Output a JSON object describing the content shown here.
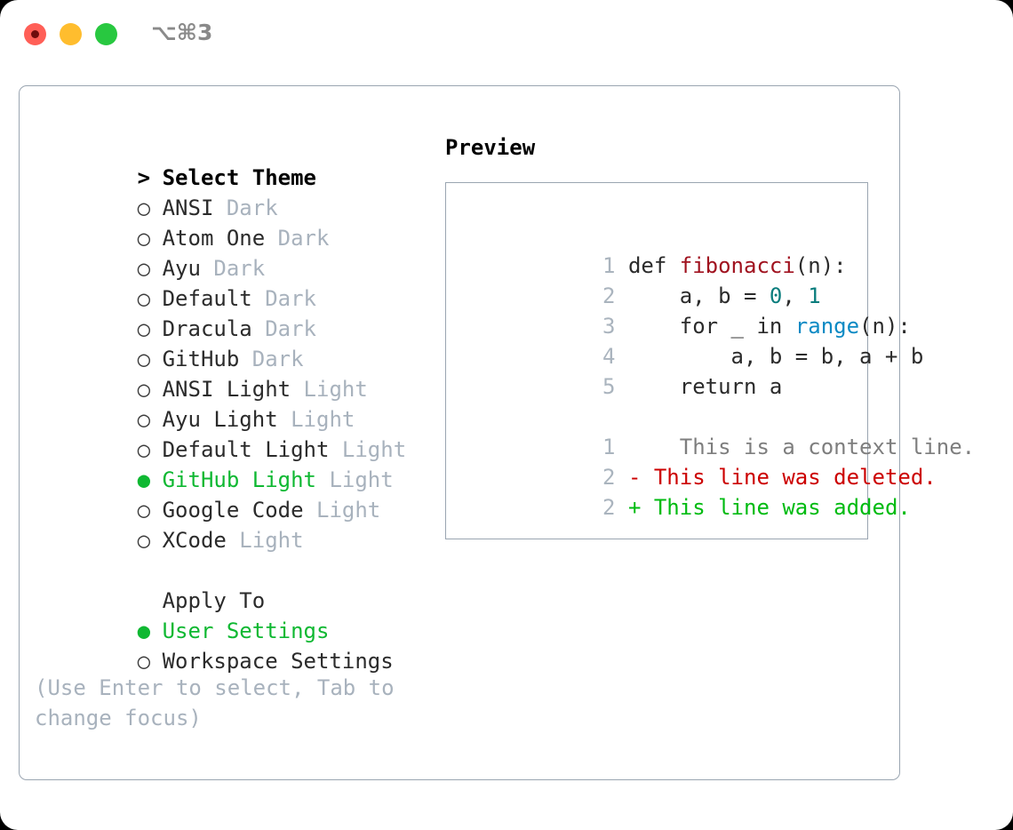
{
  "titlebar": {
    "shortcut": "⌥⌘3",
    "buttons": {
      "close": "close",
      "minimize": "minimize",
      "maximize": "maximize"
    }
  },
  "theme_picker": {
    "header": {
      "marker": ">",
      "label": "Select Theme"
    },
    "items": [
      {
        "marker": "○",
        "label": "ANSI",
        "variant": "Dark",
        "selected": false
      },
      {
        "marker": "○",
        "label": "Atom One",
        "variant": "Dark",
        "selected": false
      },
      {
        "marker": "○",
        "label": "Ayu",
        "variant": "Dark",
        "selected": false
      },
      {
        "marker": "○",
        "label": "Default",
        "variant": "Dark",
        "selected": false
      },
      {
        "marker": "○",
        "label": "Dracula",
        "variant": "Dark",
        "selected": false
      },
      {
        "marker": "○",
        "label": "GitHub",
        "variant": "Dark",
        "selected": false
      },
      {
        "marker": "○",
        "label": "ANSI Light",
        "variant": "Light",
        "selected": false
      },
      {
        "marker": "○",
        "label": "Ayu Light",
        "variant": "Light",
        "selected": false
      },
      {
        "marker": "○",
        "label": "Default Light",
        "variant": "Light",
        "selected": false
      },
      {
        "marker": "●",
        "label": "GitHub Light",
        "variant": "Light",
        "selected": true
      },
      {
        "marker": "○",
        "label": "Google Code",
        "variant": "Light",
        "selected": false
      },
      {
        "marker": "○",
        "label": "XCode",
        "variant": "Light",
        "selected": false
      }
    ]
  },
  "apply_to": {
    "header": "Apply To",
    "items": [
      {
        "marker": "●",
        "label": "User Settings",
        "selected": true
      },
      {
        "marker": "○",
        "label": "Workspace Settings",
        "selected": false
      }
    ]
  },
  "hint": "(Use Enter to select, Tab to change focus)",
  "preview": {
    "title": "Preview",
    "code_lines": [
      {
        "no": "1",
        "text": "def fibonacci(n):"
      },
      {
        "no": "2",
        "text": "    a, b = 0, 1"
      },
      {
        "no": "3",
        "text": "    for _ in range(n):"
      },
      {
        "no": "4",
        "text": "        a, b = b, a + b"
      },
      {
        "no": "5",
        "text": "    return a"
      }
    ],
    "diff_lines": [
      {
        "no": "1",
        "sign": " ",
        "text": "  This is a context line.",
        "kind": "context"
      },
      {
        "no": "2",
        "sign": "-",
        "text": "This line was deleted.",
        "kind": "deleted"
      },
      {
        "no": "2",
        "sign": "+",
        "text": "This line was added.",
        "kind": "added"
      }
    ]
  },
  "colors": {
    "accent_green": "#0fb832",
    "muted": "#a8b2bd",
    "border": "#9aa5b1",
    "function_red": "#a0121f",
    "number_teal": "#0a7d7d",
    "call_blue": "#0b8ac4",
    "diff_del_red": "#cc0000",
    "diff_add_green": "#00bb11",
    "traffic_red": "#ff5f57",
    "traffic_yellow": "#ffbd2e",
    "traffic_green": "#28c840"
  }
}
